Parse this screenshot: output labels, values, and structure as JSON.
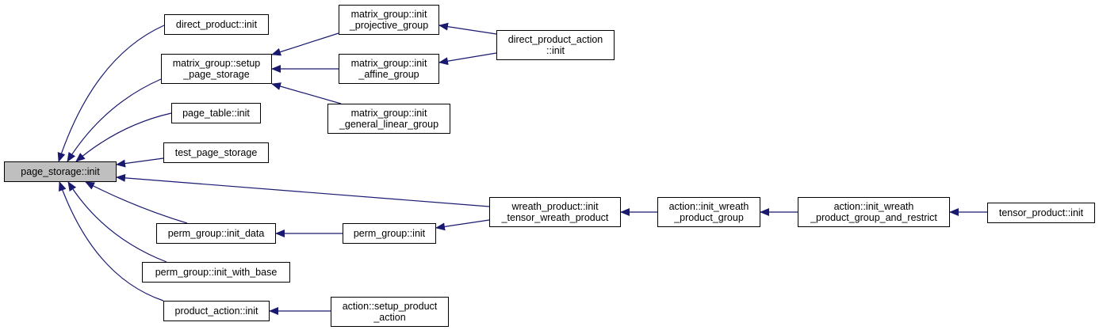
{
  "colors": {
    "edge": "#191970",
    "node_border": "#000000",
    "root_fill": "#bfbfbf",
    "node_fill": "#ffffff"
  },
  "nodes": [
    {
      "id": "page_storage_init",
      "lines": [
        "page_storage::init"
      ],
      "root": true
    },
    {
      "id": "direct_product_init",
      "lines": [
        "direct_product::init"
      ]
    },
    {
      "id": "matrix_group_setup_page_storage",
      "lines": [
        "matrix_group::setup",
        "_page_storage"
      ]
    },
    {
      "id": "page_table_init",
      "lines": [
        "page_table::init"
      ]
    },
    {
      "id": "test_page_storage",
      "lines": [
        "test_page_storage"
      ]
    },
    {
      "id": "perm_group_init_data",
      "lines": [
        "perm_group::init_data"
      ]
    },
    {
      "id": "perm_group_init_with_base",
      "lines": [
        "perm_group::init_with_base"
      ]
    },
    {
      "id": "product_action_init",
      "lines": [
        "product_action::init"
      ]
    },
    {
      "id": "matrix_group_init_projective_group",
      "lines": [
        "matrix_group::init",
        "_projective_group"
      ]
    },
    {
      "id": "matrix_group_init_affine_group",
      "lines": [
        "matrix_group::init",
        "_affine_group"
      ]
    },
    {
      "id": "matrix_group_init_general_linear_group",
      "lines": [
        "matrix_group::init",
        "_general_linear_group"
      ]
    },
    {
      "id": "direct_product_action_init",
      "lines": [
        "direct_product_action",
        "::init"
      ]
    },
    {
      "id": "perm_group_init",
      "lines": [
        "perm_group::init"
      ]
    },
    {
      "id": "action_setup_product_action",
      "lines": [
        "action::setup_product",
        "_action"
      ]
    },
    {
      "id": "wreath_product_init_tensor_wreath_product",
      "lines": [
        "wreath_product::init",
        "_tensor_wreath_product"
      ]
    },
    {
      "id": "action_init_wreath_product_group",
      "lines": [
        "action::init_wreath",
        "_product_group"
      ]
    },
    {
      "id": "action_init_wreath_product_group_and_restrict",
      "lines": [
        "action::init_wreath",
        "_product_group_and_restrict"
      ]
    },
    {
      "id": "tensor_product_init",
      "lines": [
        "tensor_product::init"
      ]
    }
  ],
  "edges": [
    {
      "from": "direct_product_init",
      "to": "page_storage_init"
    },
    {
      "from": "matrix_group_setup_page_storage",
      "to": "page_storage_init"
    },
    {
      "from": "page_table_init",
      "to": "page_storage_init"
    },
    {
      "from": "test_page_storage",
      "to": "page_storage_init"
    },
    {
      "from": "wreath_product_init_tensor_wreath_product",
      "to": "page_storage_init"
    },
    {
      "from": "perm_group_init_data",
      "to": "page_storage_init"
    },
    {
      "from": "perm_group_init_with_base",
      "to": "page_storage_init"
    },
    {
      "from": "product_action_init",
      "to": "page_storage_init"
    },
    {
      "from": "matrix_group_init_projective_group",
      "to": "matrix_group_setup_page_storage"
    },
    {
      "from": "matrix_group_init_affine_group",
      "to": "matrix_group_setup_page_storage"
    },
    {
      "from": "matrix_group_init_general_linear_group",
      "to": "matrix_group_setup_page_storage"
    },
    {
      "from": "direct_product_action_init",
      "to": "matrix_group_init_projective_group"
    },
    {
      "from": "direct_product_action_init",
      "to": "matrix_group_init_affine_group"
    },
    {
      "from": "perm_group_init",
      "to": "perm_group_init_data"
    },
    {
      "from": "wreath_product_init_tensor_wreath_product",
      "to": "perm_group_init"
    },
    {
      "from": "action_setup_product_action",
      "to": "product_action_init"
    },
    {
      "from": "action_init_wreath_product_group",
      "to": "wreath_product_init_tensor_wreath_product"
    },
    {
      "from": "action_init_wreath_product_group_and_restrict",
      "to": "action_init_wreath_product_group"
    },
    {
      "from": "tensor_product_init",
      "to": "action_init_wreath_product_group_and_restrict"
    }
  ]
}
